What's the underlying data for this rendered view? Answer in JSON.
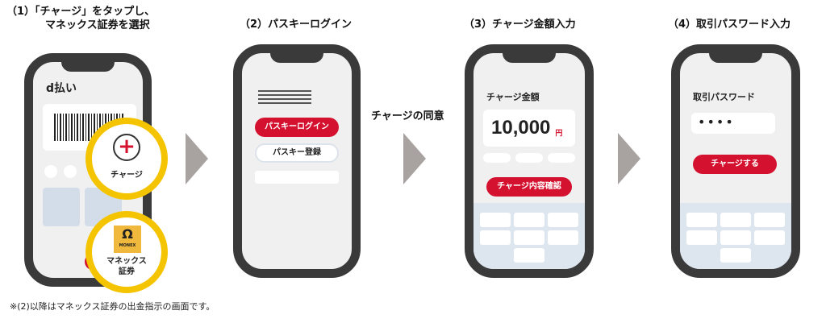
{
  "steps": [
    {
      "title_line1": "（1）「チャージ」をタップし、",
      "title_line2": "マネックス証券を選択",
      "app_logo": "d払い",
      "charge_label": "チャージ",
      "monex_logo": "MONEX",
      "monex_label_1": "マネックス",
      "monex_label_2": "証券"
    },
    {
      "title": "（2）パスキーログイン",
      "login_button": "パスキーログイン",
      "register_button": "パスキー登録"
    },
    {
      "title": "（3）チャージ金額入力",
      "field_label": "チャージ金額",
      "amount": "10,000",
      "unit": "円",
      "confirm_button": "チャージ内容確認"
    },
    {
      "title": "（4）取引パスワード入力",
      "field_label": "取引パスワード",
      "password_mask": "••••",
      "submit_button": "チャージする"
    }
  ],
  "consent_label": "チャージの同意",
  "footnote": "※(2)以降はマネックス証券の出金指示の画面です。",
  "colors": {
    "accent": "#d4122f",
    "highlight": "#f5c400",
    "arrow": "#a8a3a0",
    "phone_frame": "#3a3a3a"
  }
}
